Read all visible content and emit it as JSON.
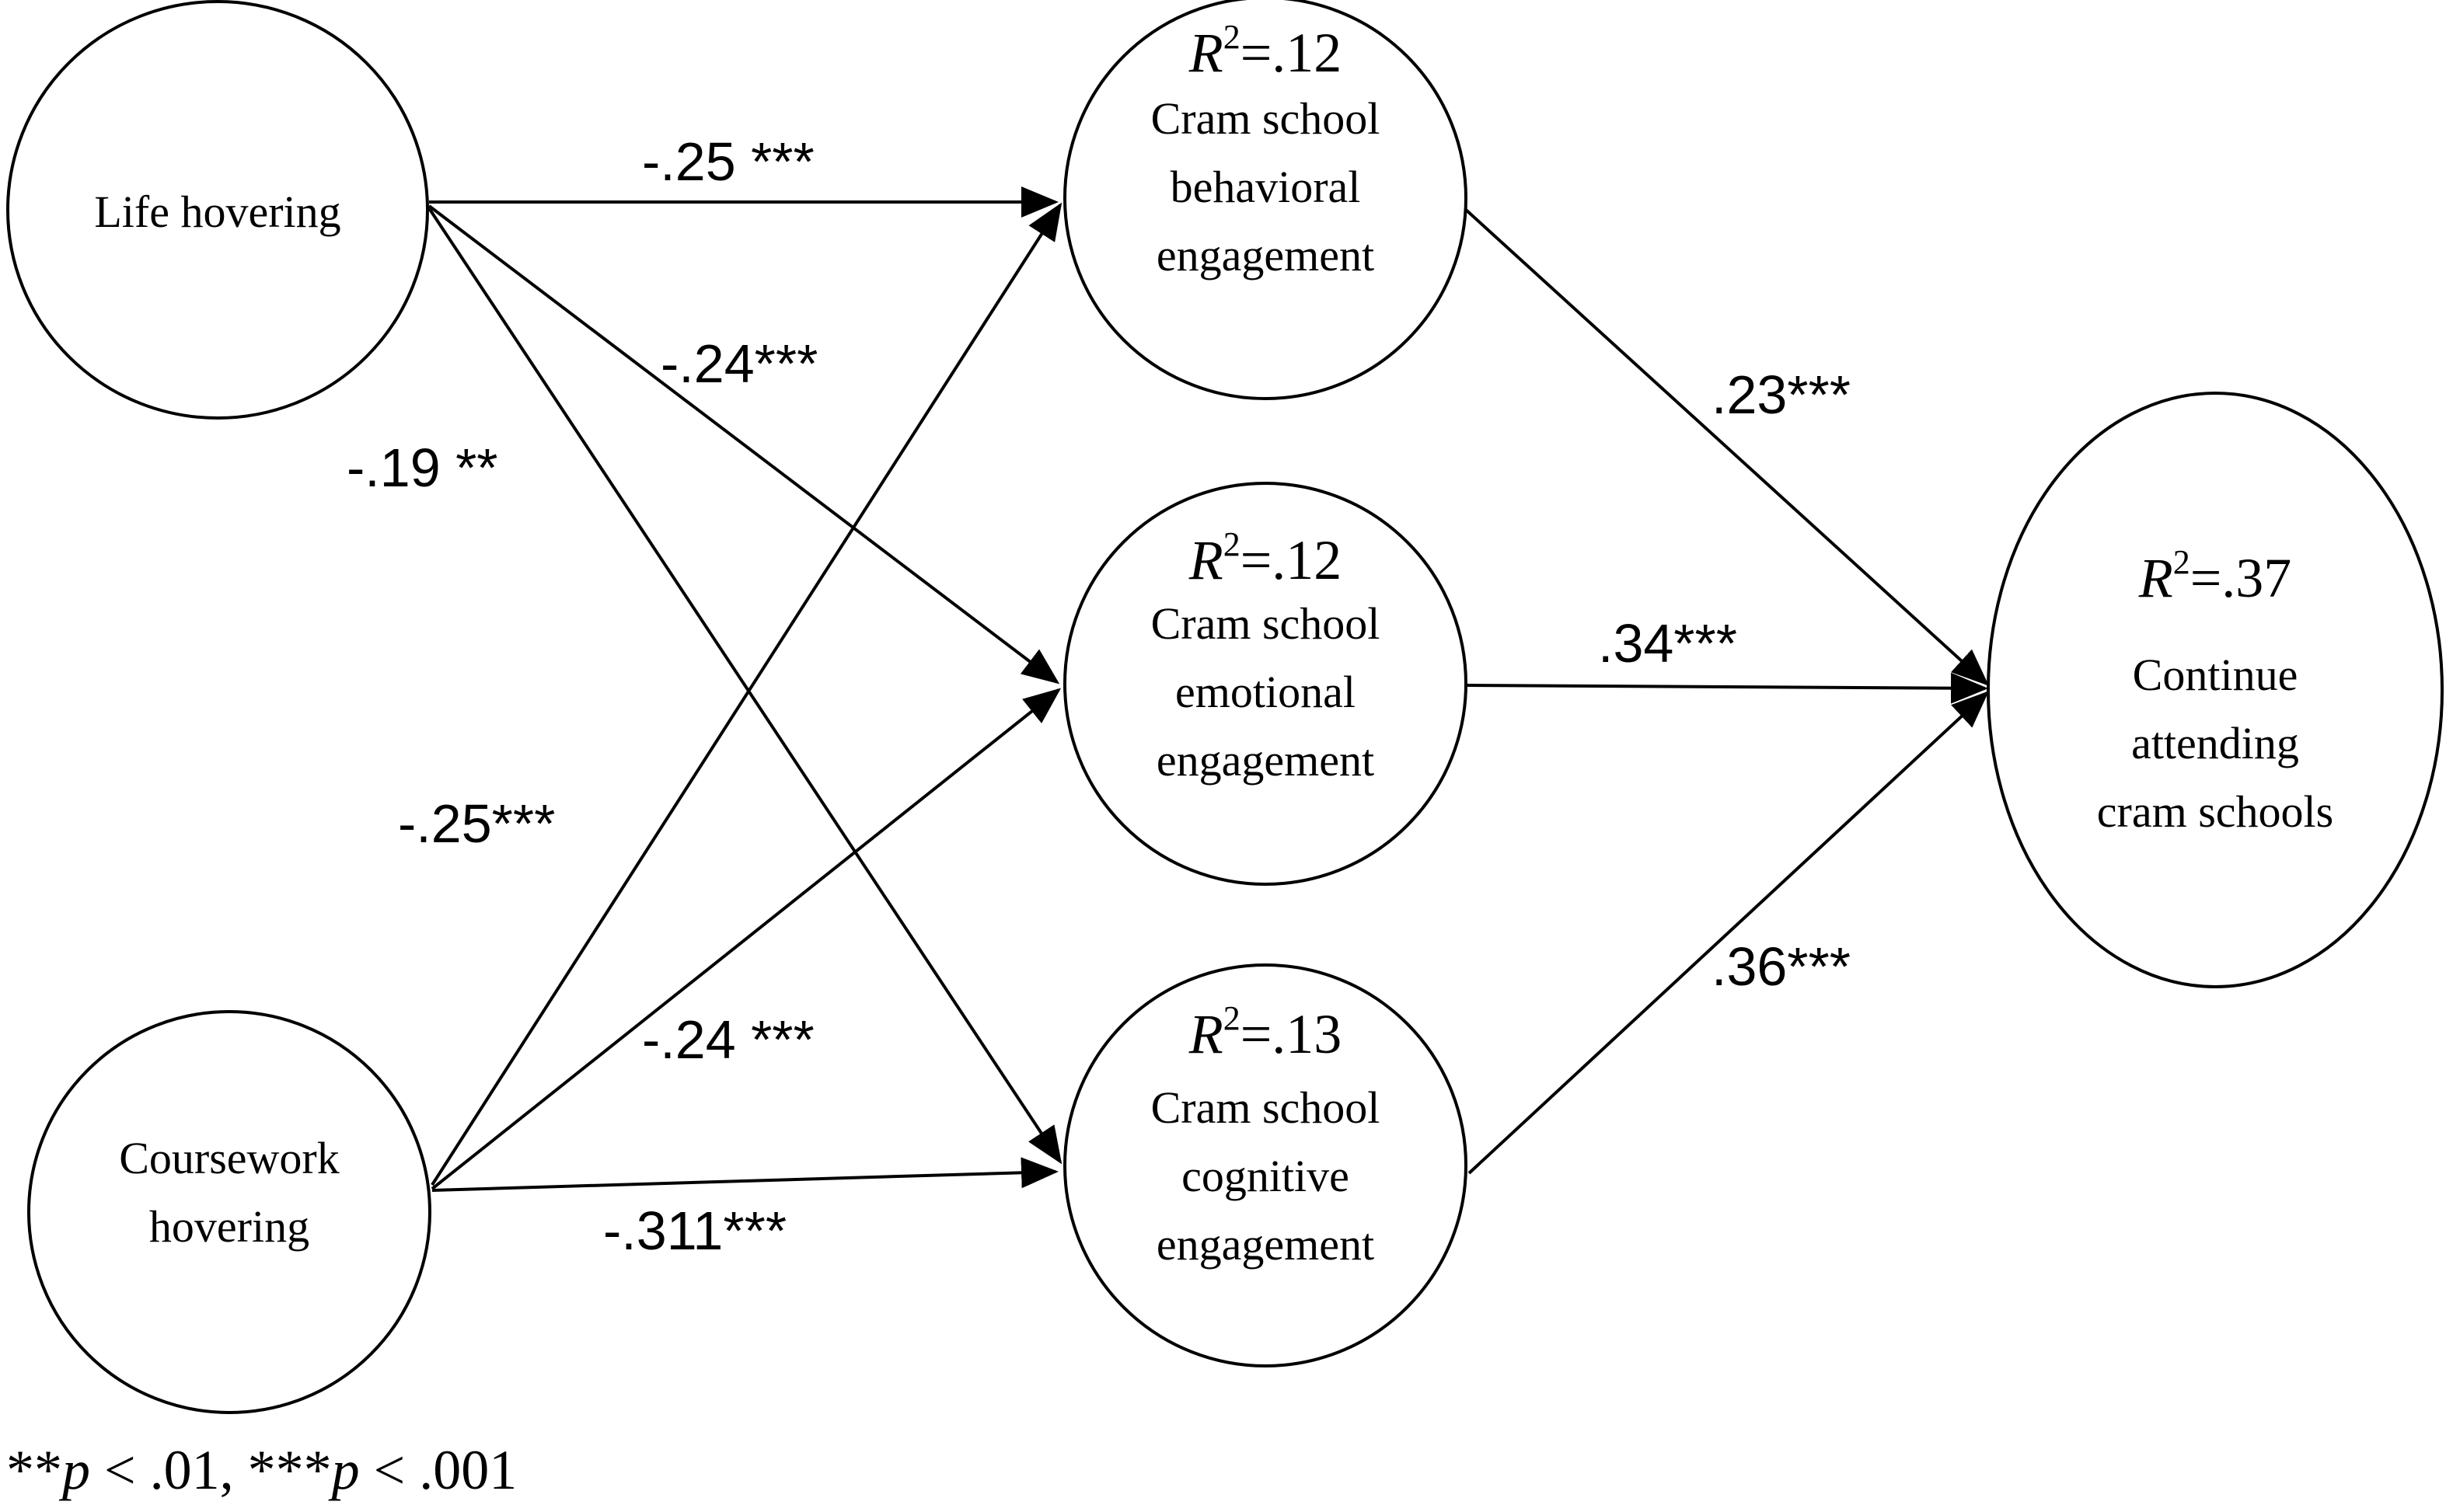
{
  "nodes": {
    "life_hovering": {
      "lines": [
        "Life hovering"
      ]
    },
    "coursework_hovering": {
      "lines": [
        "Coursework",
        "hovering"
      ]
    },
    "behavioral": {
      "r2_symbol": "R",
      "r2_sup": "2",
      "r2_value": "=.12",
      "lines": [
        "Cram school",
        "behavioral",
        "engagement"
      ]
    },
    "emotional": {
      "r2_symbol": "R",
      "r2_sup": "2",
      "r2_value": "=.12",
      "lines": [
        "Cram school",
        "emotional",
        "engagement"
      ]
    },
    "cognitive": {
      "r2_symbol": "R",
      "r2_sup": "2",
      "r2_value": "=.13",
      "lines": [
        "Cram school",
        "cognitive",
        "engagement"
      ]
    },
    "continue": {
      "r2_symbol": "R",
      "r2_sup": "2",
      "r2_value": "=.37",
      "lines": [
        "Continue",
        "attending",
        "cram schools"
      ]
    }
  },
  "paths": {
    "life_to_behavioral": "-.25 ***",
    "life_to_emotional": "-.24***",
    "life_to_cognitive": "-.19 **",
    "coursework_to_behavioral": "-.25***",
    "coursework_to_emotional": "-.24 ***",
    "coursework_to_cognitive": "-.311***",
    "behavioral_to_continue": ".23***",
    "emotional_to_continue": ".34***",
    "cognitive_to_continue": ".36***"
  },
  "note": {
    "stars_1": "**",
    "p_1": "p",
    "threshold_1": " < .01, ",
    "stars_2": "***",
    "p_2": "p",
    "threshold_2": " < .001"
  }
}
